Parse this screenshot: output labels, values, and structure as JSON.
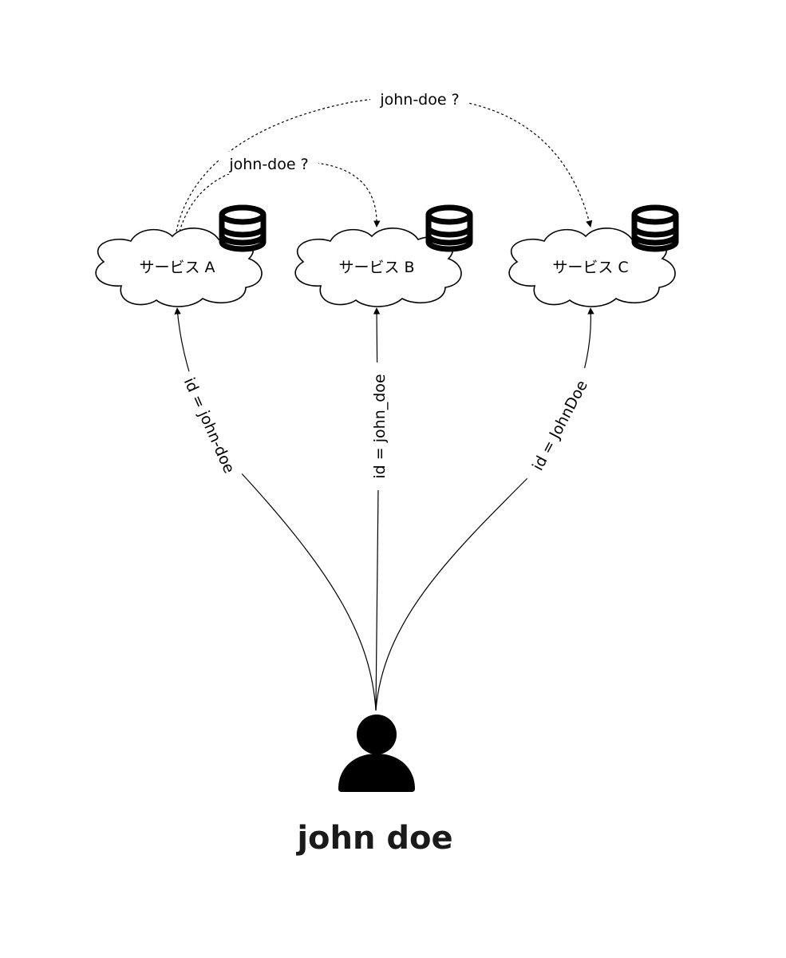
{
  "colors": {
    "stroke": "#000000",
    "background": "#ffffff",
    "user_name": "#1a1a1a"
  },
  "services": [
    {
      "id": "a",
      "label": "サービス A",
      "icon": "database-icon"
    },
    {
      "id": "b",
      "label": "サービス B",
      "icon": "database-icon"
    },
    {
      "id": "c",
      "label": "サービス C",
      "icon": "database-icon"
    }
  ],
  "user": {
    "name": "john doe",
    "icon": "person-icon"
  },
  "edges": {
    "user_to_a": "id = john-doe",
    "user_to_b": "id = john_doe",
    "user_to_c": "id = JohnDoe",
    "a_to_b_query": "john-doe ?",
    "a_to_c_query": "john-doe ?"
  }
}
